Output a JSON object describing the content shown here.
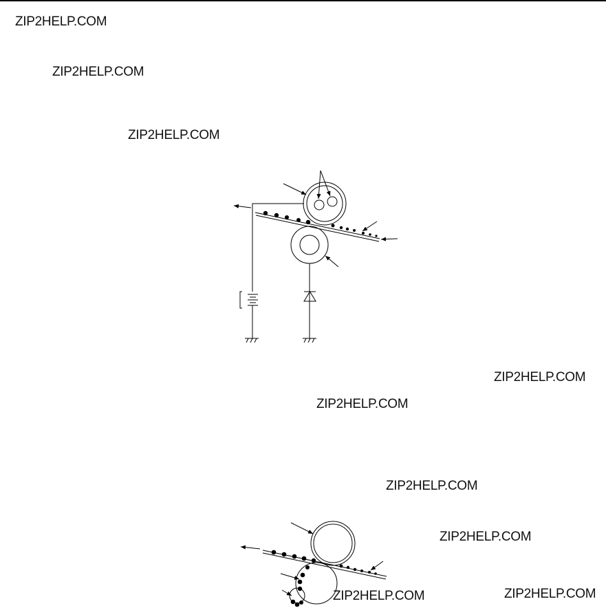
{
  "watermarks": [
    "ZIP2HELP.COM",
    "ZIP2HELP.COM",
    "ZIP2HELP.COM",
    "ZIP2HELP.COM",
    "ZIP2HELP.COM",
    "ZIP2HELP.COM",
    "ZIP2HELP.COM",
    "ZIP2HELP.COM",
    "ZIP2HELP.COM"
  ],
  "colors": {
    "line": "#000000",
    "background": "#ffffff"
  }
}
